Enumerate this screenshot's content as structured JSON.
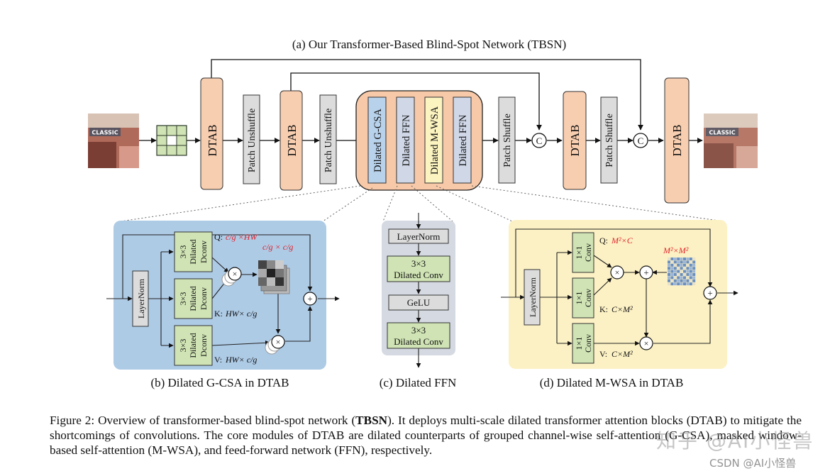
{
  "title": "(a) Our Transformer-Based Blind-Spot Network (TBSN)",
  "main_row": {
    "dtab": "DTAB",
    "patch_unshuffle": "Patch Unshuffle",
    "patch_shuffle": "Patch Shuffle",
    "dilated_gcsa": "Dilated G-CSA",
    "dilated_ffn": "Dilated FFN",
    "dilated_mwsa": "Dilated M-WSA",
    "concat": "C",
    "image_text": "CLASSIC"
  },
  "panel_b": {
    "caption": "(b) Dilated G-CSA in DTAB",
    "layernorm": "LayerNorm",
    "conv_line1": "3×3",
    "conv_line2": "Dilated",
    "conv_line3": "Dconv",
    "q_label": "Q:",
    "q_dim": "c/g ×HW",
    "attn_dim": "c/g × c/g",
    "k_label": "K:",
    "k_dim": "HW× c/g",
    "v_label": "V:",
    "v_dim": "HW× c/g",
    "mul": "×",
    "add": "+"
  },
  "panel_c": {
    "caption": "(c) Dilated FFN",
    "layernorm": "LayerNorm",
    "conv_line1": "3×3",
    "conv_line2": "Dilated Conv",
    "gelu": "GeLU"
  },
  "panel_d": {
    "caption": "(d) Dilated M-WSA in DTAB",
    "layernorm": "LayerNorm",
    "conv_line1": "1×1",
    "conv_line2": "Conv",
    "q_label": "Q:",
    "q_dim": "M²×C",
    "k_label": "K:",
    "k_dim": "C×M²",
    "v_label": "V:",
    "v_dim": "C×M²",
    "mask_dim": "M²×M²",
    "mul": "×",
    "add": "+"
  },
  "caption_parts": {
    "p1": "Figure 2: Overview of transformer-based blind-spot network (",
    "bold": "TBSN",
    "p2": "). It deploys multi-scale dilated transformer attention blocks (DTAB) to mitigate the shortcomings of convolutions. The core modules of DTAB are dilated counterparts of grouped channel-wise self-attention (G-CSA), masked window-based self-attention (M-WSA), and feed-forward network (FFN), respectively."
  },
  "watermark": {
    "line1": "知乎 @AI小怪兽",
    "line2": "CSDN @AI小怪兽"
  },
  "colors": {
    "dtab_fill": "#f8ceb0",
    "patch_fill": "#dcdcdc",
    "gcsa_fill": "#b9d2ec",
    "mwsa_fill": "#fbf3c0",
    "ffn_fill": "#d0d8e8",
    "group_fill": "#f7c9a8",
    "panel_b_bg": "#aecbe6",
    "panel_c_bg": "#d5d9e2",
    "panel_d_bg": "#fcf1c4",
    "green_box": "#cfe3b4",
    "red_text": "#e0202a"
  }
}
